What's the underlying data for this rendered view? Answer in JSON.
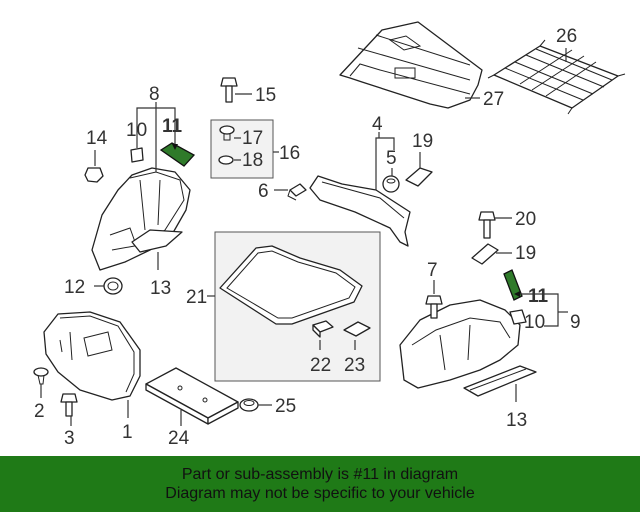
{
  "colors": {
    "banner_bg": "#1f7a17",
    "highlight_part": "#2f7a2a",
    "line": "#222222",
    "panel_bg": "#f2f2f2"
  },
  "callouts": {
    "c1": "1",
    "c2": "2",
    "c3": "3",
    "c4": "4",
    "c5": "5",
    "c6": "6",
    "c7": "7",
    "c8": "8",
    "c9": "9",
    "c10a": "10",
    "c10b": "10",
    "c11a": "11",
    "c11b": "11",
    "c12": "12",
    "c13a": "13",
    "c13b": "13",
    "c14": "14",
    "c15": "15",
    "c16": "16",
    "c17": "17",
    "c18": "18",
    "c19a": "19",
    "c19b": "19",
    "c20": "20",
    "c21": "21",
    "c22": "22",
    "c23": "23",
    "c24": "24",
    "c25": "25",
    "c26": "26",
    "c27": "27"
  },
  "banner": {
    "line1": "Part or sub-assembly is #11 in diagram",
    "line2": "Diagram may not be specific to your vehicle"
  }
}
